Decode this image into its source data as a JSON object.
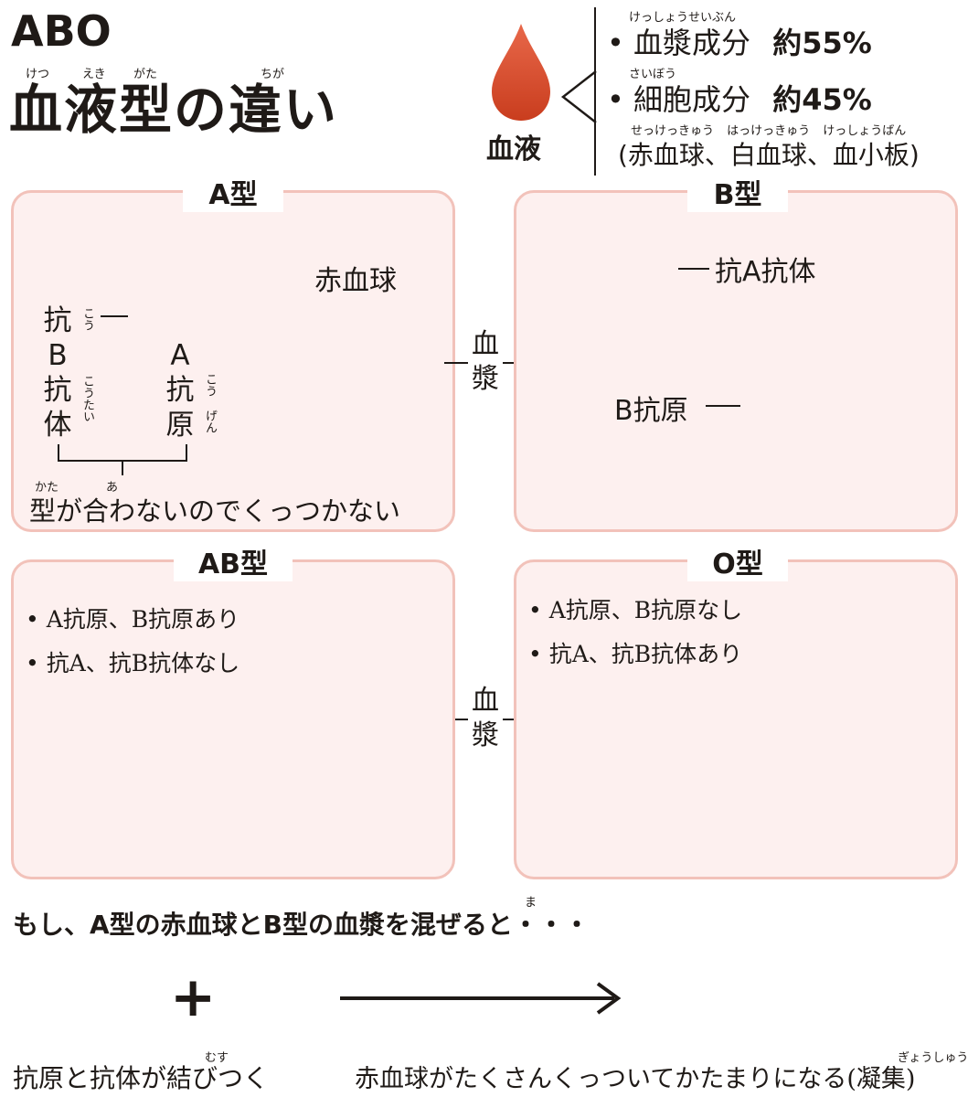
{
  "header": {
    "title_line1": "ABO",
    "title_line2": "血液型の違い",
    "ruby": {
      "ketsu": "けつ",
      "eki": "えき",
      "gata": "がた",
      "chiga": "ちが"
    }
  },
  "blood": {
    "label": "血液",
    "plasma_ruby": "けっしょうせいぶん",
    "plasma": "血漿成分",
    "plasma_pct": "約55%",
    "cell_ruby": "さいぼう",
    "cell": "細胞成分",
    "cell_pct": "約45%",
    "cell_detail_ruby": "せっけっきゅう はっけっきゅう けっしょうばん",
    "cell_detail": "(赤血球、白血球、血小板)"
  },
  "panel_a": {
    "title": "A型",
    "rbc_label": "赤血球",
    "anti_b_chars": [
      "抗",
      "B",
      "抗",
      "体"
    ],
    "anti_b_ruby_kou": "こう",
    "anti_b_ruby_koutai": "こうたい",
    "a_antigen_chars": [
      "A",
      "抗",
      "原"
    ],
    "a_antigen_ruby_kou": "こう",
    "a_antigen_ruby_gen": "げん",
    "note_ruby_kata": "かた",
    "note_ruby_a": "あ",
    "note": "型が合わないのでくっつかない"
  },
  "panel_b": {
    "title": "B型",
    "anti_a_label": "抗A抗体",
    "b_antigen_label": "B抗原"
  },
  "plasma_connector": {
    "chars": [
      "血",
      "漿"
    ]
  },
  "panel_ab": {
    "title": "AB型",
    "bullets": [
      "A抗原、B抗原あり",
      "抗A、抗B抗体なし"
    ]
  },
  "panel_o": {
    "title": "O型",
    "bullets": [
      "A抗原、B抗原なし",
      "抗A、抗B抗体あり"
    ]
  },
  "mix": {
    "question_ruby": "ま",
    "question": "もし、A型の赤血球とB型の血漿を混ぜると・・・",
    "plus": "+",
    "bind_ruby": "むす",
    "bind_caption": "抗原と抗体が結びつく",
    "result_ruby": "ぎょうしゅう",
    "result_caption": "赤血球がたくさんくっついてかたまりになる(凝集)"
  },
  "colors": {
    "panel_border": "#f2c2ba",
    "panel_fill": "#fdf0ef",
    "rbc_light": "#ffffff",
    "rbc_mid": "#f6b99c",
    "rbc_dark": "#e98f6e",
    "a_antigen": "#e1001f",
    "b_antigen": "#7ab51d",
    "anti_a": "#1ba9e1",
    "anti_b": "#8c8c8c",
    "blood_drop": "#d9532c"
  }
}
